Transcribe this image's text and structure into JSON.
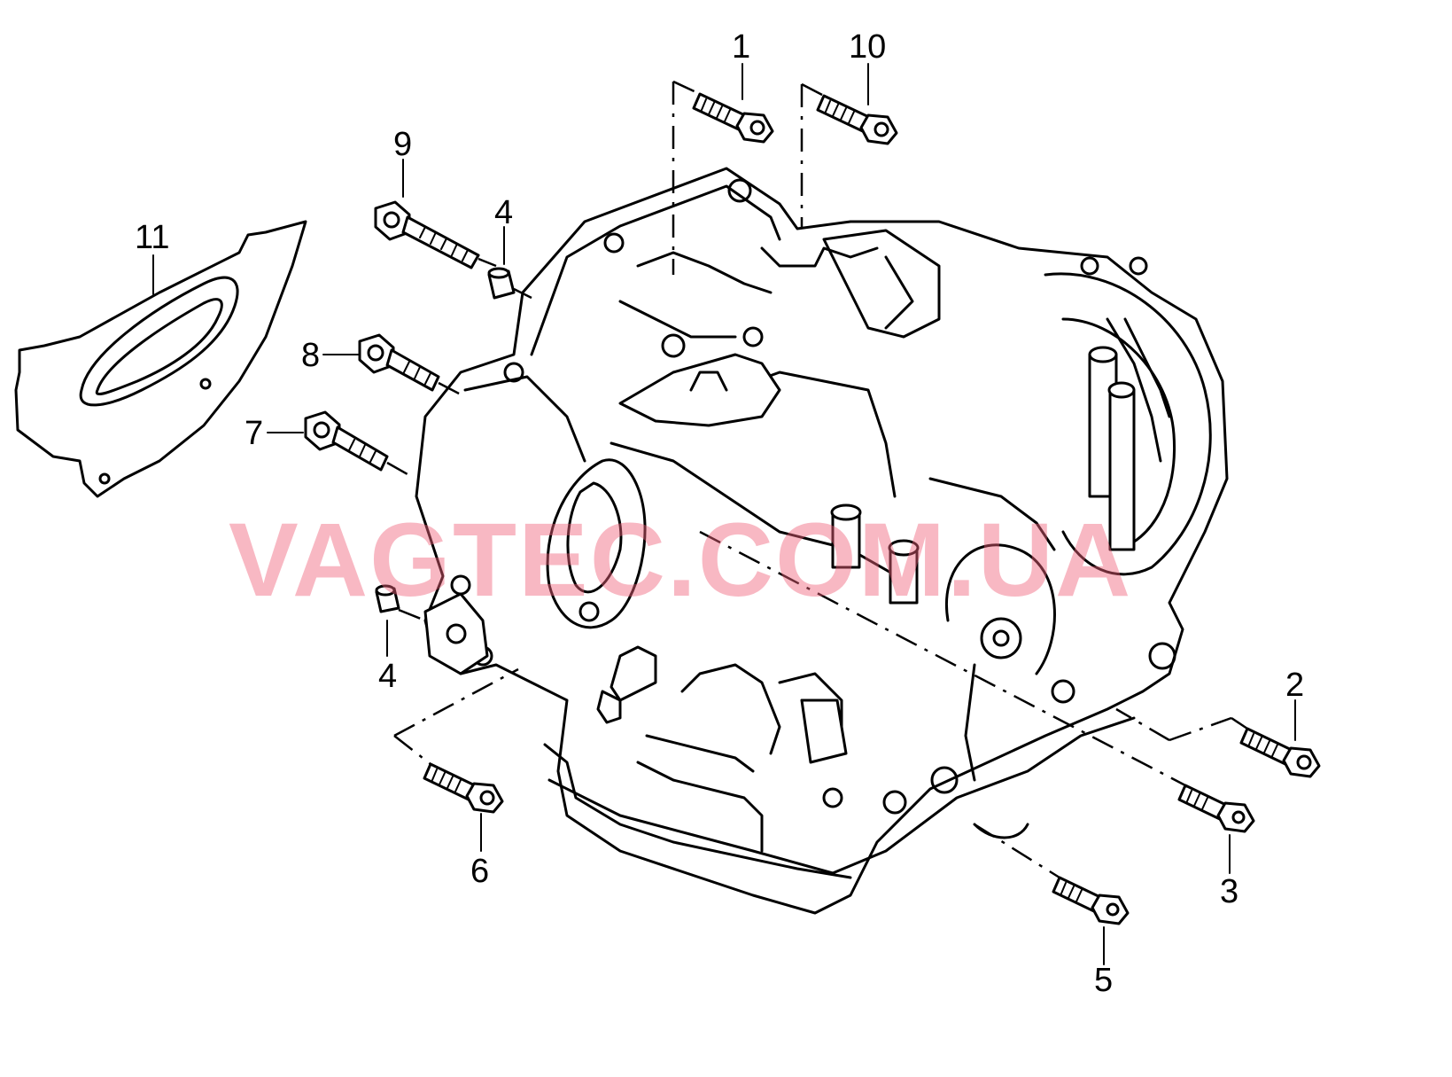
{
  "watermark": "VAGTEC.COM.UA",
  "callouts": {
    "c1": "1",
    "c2": "2",
    "c3": "3",
    "c4a": "4",
    "c4b": "4",
    "c5": "5",
    "c6": "6",
    "c7": "7",
    "c8": "8",
    "c9": "9",
    "c10": "10",
    "c11": "11"
  },
  "colors": {
    "ink": "#000000",
    "watermark": "#f0627a",
    "background": "#ffffff"
  }
}
